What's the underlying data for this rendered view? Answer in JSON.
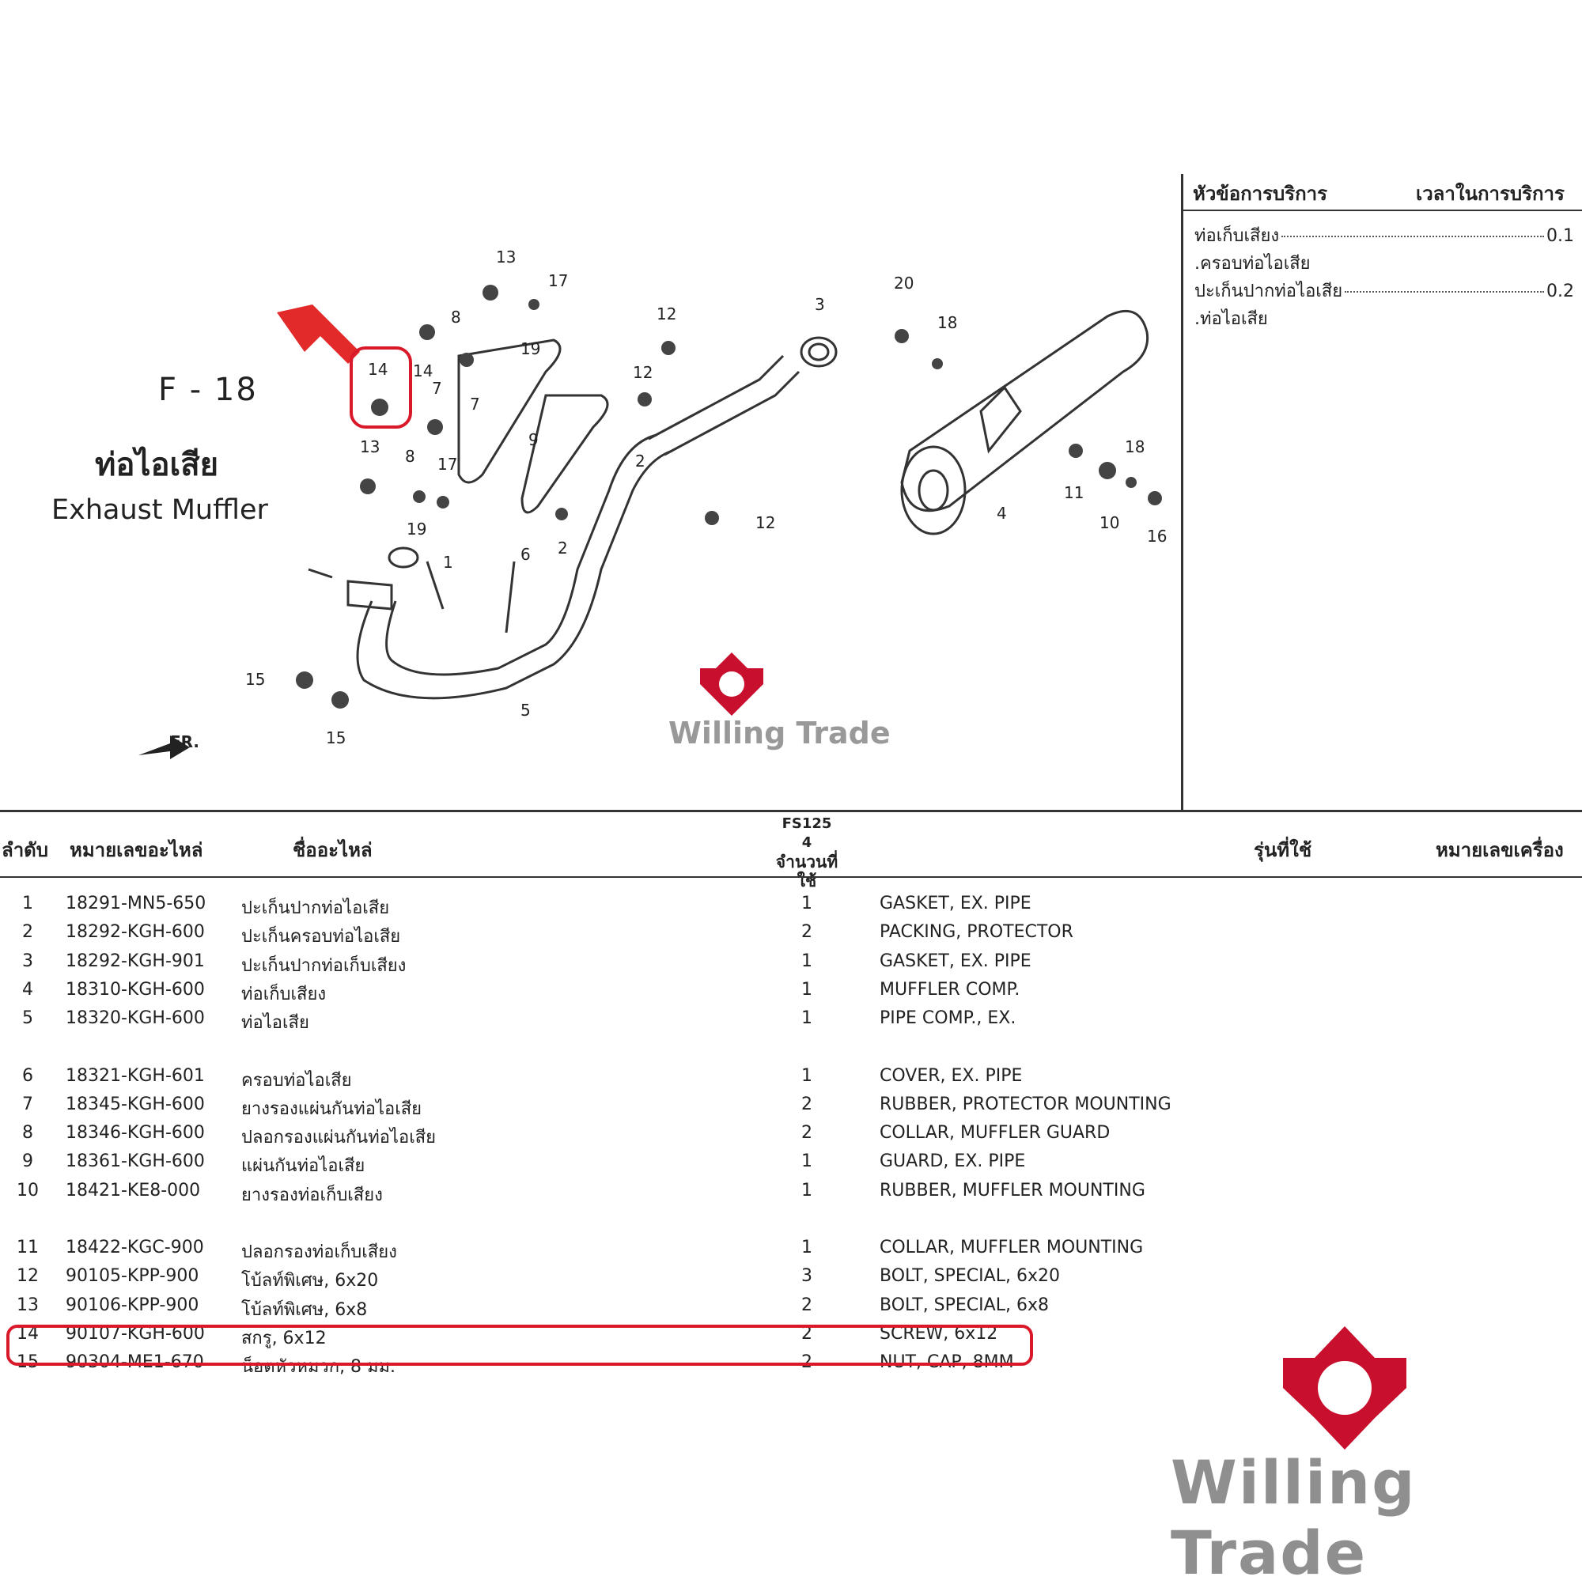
{
  "figure": {
    "code": "F - 18",
    "title_th": "ท่อไอเสีย",
    "title_en": "Exhaust Muffler",
    "front_label": "FR.",
    "callouts": [
      "13",
      "17",
      "8",
      "14",
      "19",
      "12",
      "3",
      "20",
      "18",
      "14",
      "7",
      "7",
      "12",
      "9",
      "2",
      "13",
      "8",
      "17",
      "18",
      "11",
      "10",
      "16",
      "4",
      "19",
      "6",
      "2",
      "12",
      "1",
      "15",
      "15",
      "5"
    ]
  },
  "service_panel": {
    "header_item": "หัวข้อการบริการ",
    "header_time": "เวลาในการบริการ",
    "rows": [
      {
        "label": "ท่อเก็บเสียง",
        "value": "0.1"
      },
      {
        "label": ".ครอบท่อไอเสีย",
        "value": ""
      },
      {
        "label": "ปะเก็นปากท่อไอเสีย",
        "value": "0.2"
      },
      {
        "label": ".ท่อไอเสีย",
        "value": ""
      }
    ]
  },
  "table": {
    "headers": {
      "no": "ลำดับ",
      "part_no": "หมายเลขอะไหล่",
      "name": "ชื่ออะไหล่",
      "model": "FS125",
      "model_sub": "4",
      "qty": "จำนวนที่ใช้",
      "used_model": "รุ่นที่ใช้",
      "engine_no": "หมายเลขเครื่อง"
    },
    "rows": [
      {
        "no": "1",
        "part": "18291-MN5-650",
        "th": "ปะเก็นปากท่อไอเสีย",
        "qty": "1",
        "en": "GASKET, EX. PIPE"
      },
      {
        "no": "2",
        "part": "18292-KGH-600",
        "th": "ปะเก็นครอบท่อไอเสีย",
        "qty": "2",
        "en": "PACKING, PROTECTOR"
      },
      {
        "no": "3",
        "part": "18292-KGH-901",
        "th": "ปะเก็นปากท่อเก็บเสียง",
        "qty": "1",
        "en": "GASKET, EX. PIPE"
      },
      {
        "no": "4",
        "part": "18310-KGH-600",
        "th": "ท่อเก็บเสียง",
        "qty": "1",
        "en": "MUFFLER COMP."
      },
      {
        "no": "5",
        "part": "18320-KGH-600",
        "th": "ท่อไอเสีย",
        "qty": "1",
        "en": "PIPE COMP., EX."
      },
      {
        "no": "6",
        "part": "18321-KGH-601",
        "th": "ครอบท่อไอเสีย",
        "qty": "1",
        "en": "COVER, EX. PIPE"
      },
      {
        "no": "7",
        "part": "18345-KGH-600",
        "th": "ยางรองแผ่นกันท่อไอเสีย",
        "qty": "2",
        "en": "RUBBER, PROTECTOR MOUNTING"
      },
      {
        "no": "8",
        "part": "18346-KGH-600",
        "th": "ปลอกรองแผ่นกันท่อไอเสีย",
        "qty": "2",
        "en": "COLLAR, MUFFLER GUARD"
      },
      {
        "no": "9",
        "part": "18361-KGH-600",
        "th": "แผ่นกันท่อไอเสีย",
        "qty": "1",
        "en": "GUARD, EX. PIPE"
      },
      {
        "no": "10",
        "part": "18421-KE8-000",
        "th": "ยางรองท่อเก็บเสียง",
        "qty": "1",
        "en": "RUBBER, MUFFLER MOUNTING"
      },
      {
        "no": "11",
        "part": "18422-KGC-900",
        "th": "ปลอกรองท่อเก็บเสียง",
        "qty": "1",
        "en": "COLLAR, MUFFLER MOUNTING"
      },
      {
        "no": "12",
        "part": "90105-KPP-900",
        "th": "โบ้ลท์พิเศษ, 6x20",
        "qty": "3",
        "en": "BOLT, SPECIAL, 6x20"
      },
      {
        "no": "13",
        "part": "90106-KPP-900",
        "th": "โบ้ลท์พิเศษ, 6x8",
        "qty": "2",
        "en": "BOLT, SPECIAL, 6x8"
      },
      {
        "no": "14",
        "part": "90107-KGH-600",
        "th": "สกรู, 6x12",
        "qty": "2",
        "en": "SCREW, 6x12"
      },
      {
        "no": "15",
        "part": "90304-ME1-670",
        "th": "น็อตหัวหมวก, 8 มม.",
        "qty": "2",
        "en": "NUT, CAP, 8MM"
      }
    ]
  },
  "brand": {
    "name": "Willing Trade",
    "accent_color": "#c8102e"
  }
}
